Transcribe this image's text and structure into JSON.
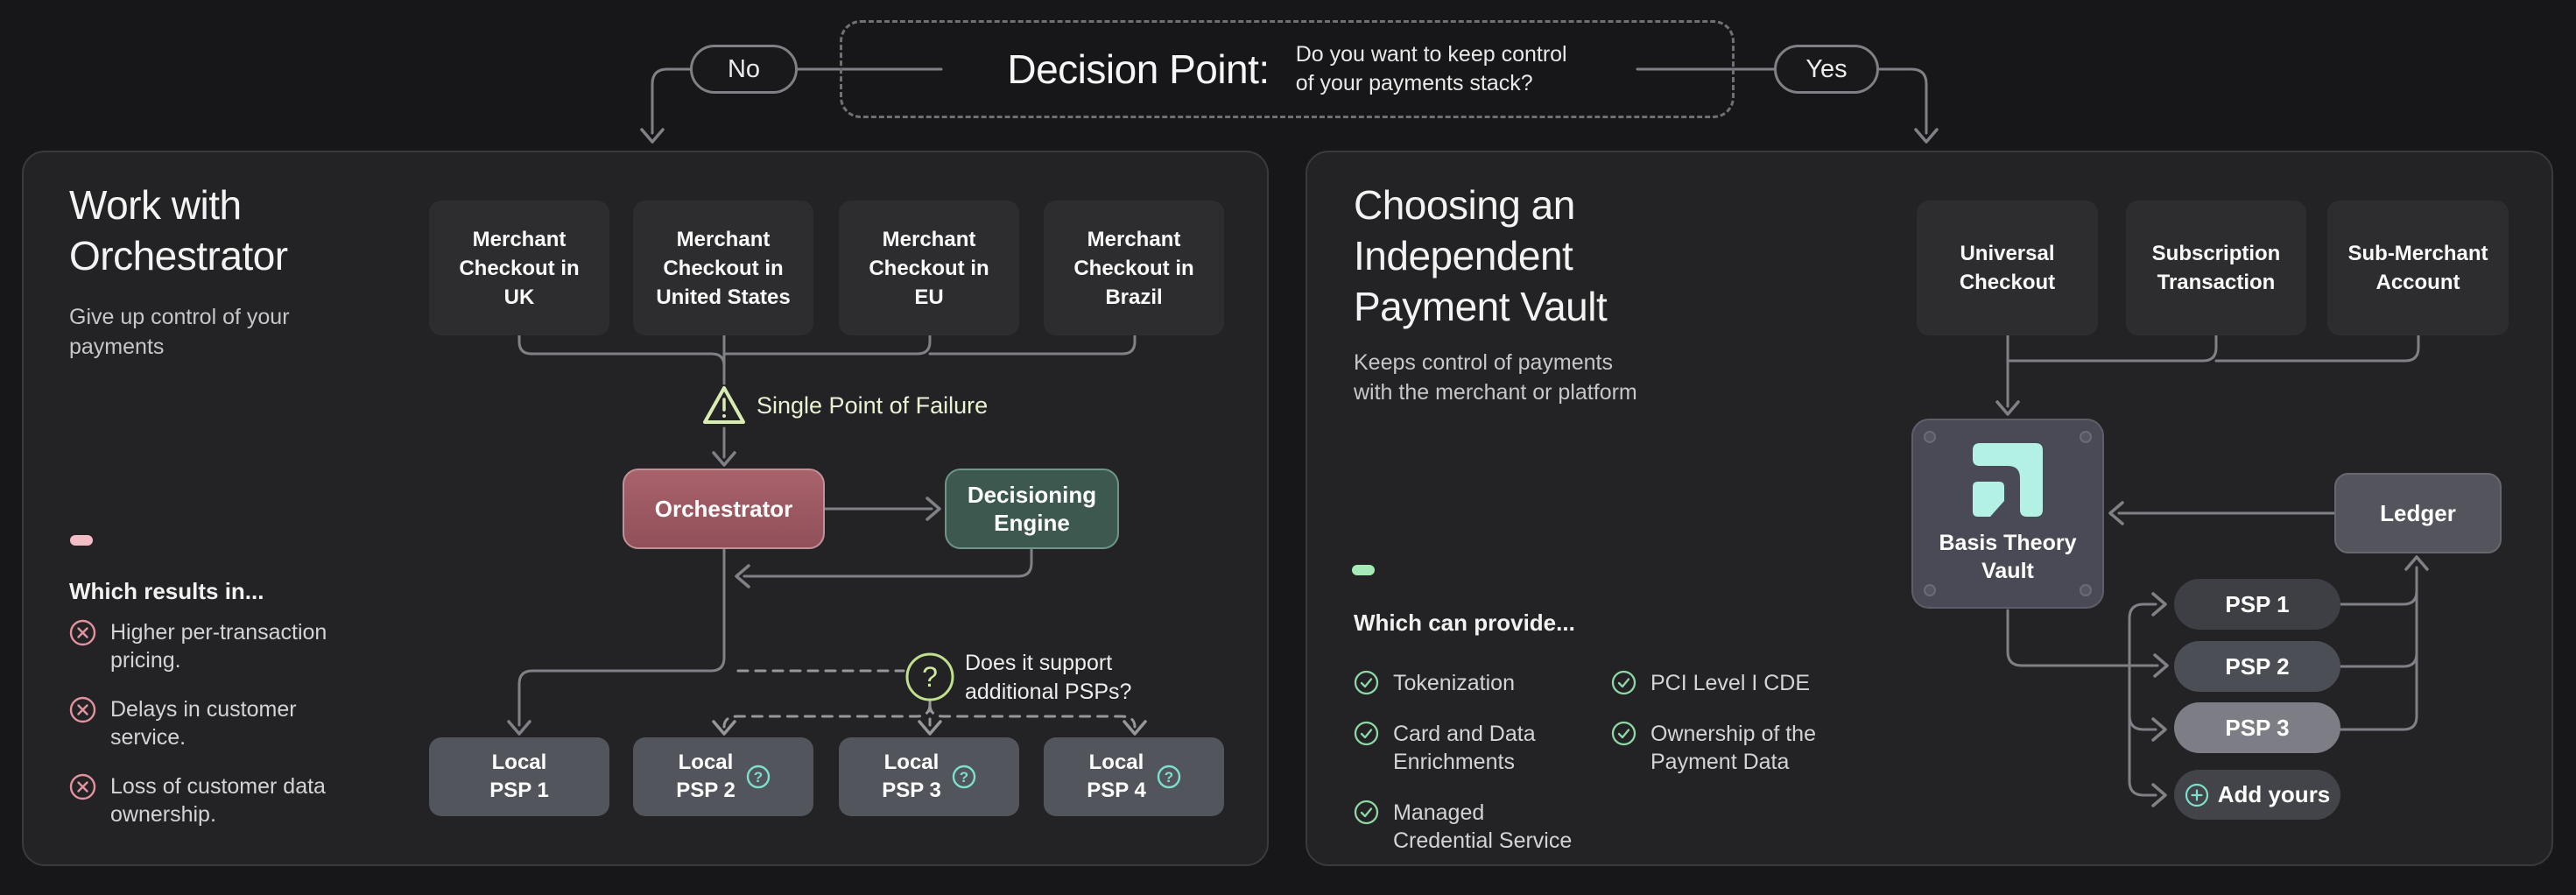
{
  "decision": {
    "title": "Decision Point:",
    "question_line1": "Do you want to keep control",
    "question_line2": "of your payments stack?",
    "no_label": "No",
    "yes_label": "Yes"
  },
  "left_panel": {
    "title_line1": "Work with",
    "title_line2": "Orchestrator",
    "subtitle_line1": "Give up control of your",
    "subtitle_line2": "payments",
    "merchants": [
      {
        "lines": [
          "Merchant",
          "Checkout in",
          "UK"
        ]
      },
      {
        "lines": [
          "Merchant",
          "Checkout in",
          "United States"
        ]
      },
      {
        "lines": [
          "Merchant",
          "Checkout in",
          "EU"
        ]
      },
      {
        "lines": [
          "Merchant",
          "Checkout in",
          "Brazil"
        ]
      }
    ],
    "warning_label": "Single Point of Failure",
    "orchestrator_label": "Orchestrator",
    "decisioning_line1": "Decisioning",
    "decisioning_line2": "Engine",
    "psp_question_line1": "Does it support",
    "psp_question_line2": "additional PSPs?",
    "local_psps": [
      {
        "line1": "Local",
        "line2": "PSP 1",
        "has_question": false
      },
      {
        "line1": "Local",
        "line2": "PSP 2",
        "has_question": true
      },
      {
        "line1": "Local",
        "line2": "PSP 3",
        "has_question": true
      },
      {
        "line1": "Local",
        "line2": "PSP 4",
        "has_question": true
      }
    ],
    "results_heading": "Which results in...",
    "results": [
      {
        "line1": "Higher per-transaction",
        "line2": "pricing."
      },
      {
        "line1": "Delays in customer",
        "line2": "service."
      },
      {
        "line1": "Loss of customer data",
        "line2": "ownership."
      }
    ]
  },
  "right_panel": {
    "title_line1": "Choosing an",
    "title_line2": "Independent",
    "title_line3": "Payment Vault",
    "subtitle_line1": "Keeps control of payments",
    "subtitle_line2": "with the merchant or platform",
    "features": [
      {
        "lines": [
          "Universal",
          "Checkout"
        ]
      },
      {
        "lines": [
          "Subscription",
          "Transaction"
        ]
      },
      {
        "lines": [
          "Sub-Merchant",
          "Account"
        ]
      }
    ],
    "vault_line1": "Basis Theory",
    "vault_line2": "Vault",
    "ledger_label": "Ledger",
    "psps": [
      "PSP 1",
      "PSP 2",
      "PSP 3"
    ],
    "add_yours_label": "Add yours",
    "provide_heading": "Which can provide...",
    "provides_col1": [
      {
        "line1": "Tokenization",
        "line2": ""
      },
      {
        "line1": "Card and Data",
        "line2": "Enrichments"
      },
      {
        "line1": "Managed",
        "line2": "Credential Service"
      }
    ],
    "provides_col2": [
      {
        "line1": "PCI Level I CDE",
        "line2": ""
      },
      {
        "line1": "Ownership of the",
        "line2": "Payment Data"
      }
    ]
  },
  "colors": {
    "background": "#171719",
    "panel": "#232325",
    "line_gray": "#7f8186",
    "dashed_gray": "#96979b",
    "accent_pink": "#f3bdc5",
    "accent_green": "#a6eab6",
    "teal": "#7ce0cd",
    "warning_green": "#d8ecb3",
    "orchestrator_red": "#9d5a63",
    "engine_green": "#3d594f",
    "vault_gray": "#4a4a56",
    "mint_logo": "#b2f1e4",
    "error_icon_pink": "#e2939e",
    "check_icon_green": "#8ed8a6"
  }
}
